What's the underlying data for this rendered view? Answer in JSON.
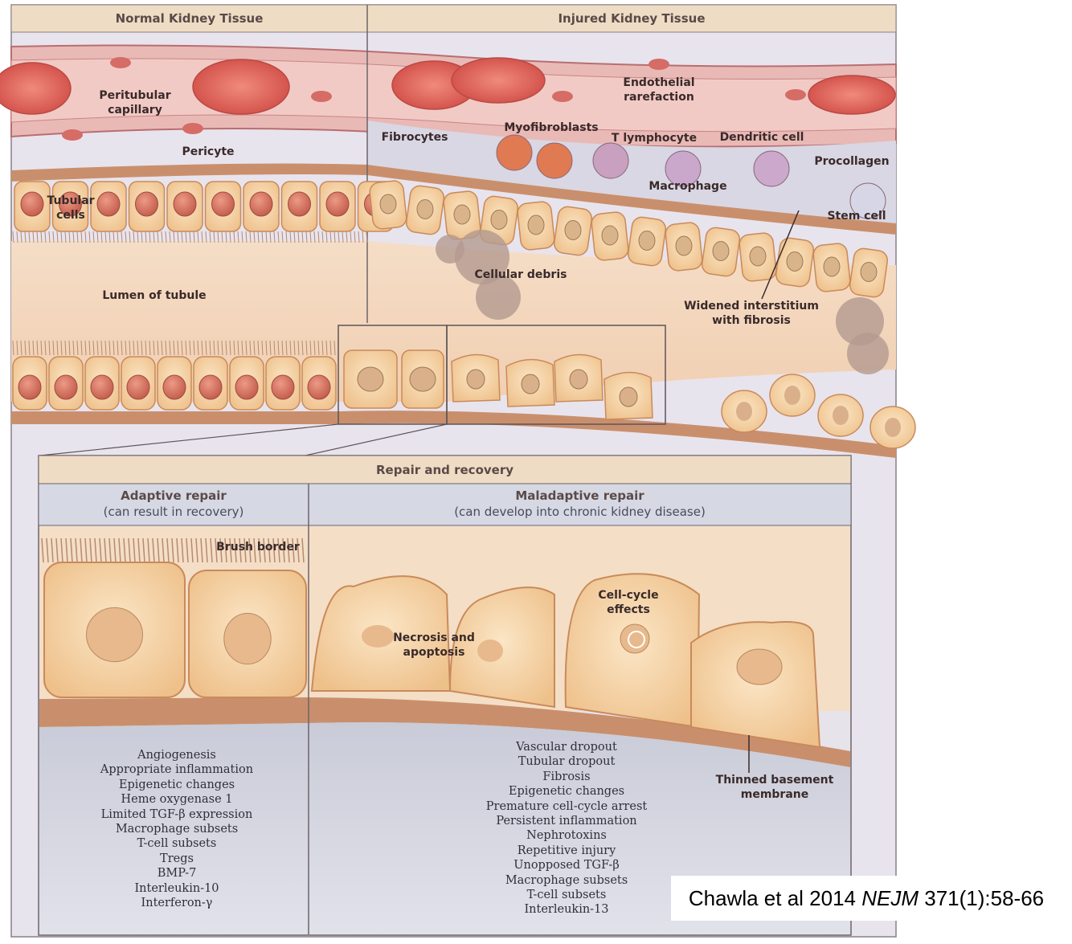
{
  "headers": {
    "normal": "Normal Kidney Tissue",
    "injured": "Injured Kidney Tissue",
    "repair": "Repair and recovery"
  },
  "labels": {
    "peritubular_capillary": [
      "Peritubular",
      "capillary"
    ],
    "pericyte": "Pericyte",
    "tubular_cells": [
      "Tubular",
      "cells"
    ],
    "lumen": "Lumen of tubule",
    "endothelial_rarefaction": [
      "Endothelial",
      "rarefaction"
    ],
    "fibrocytes": "Fibrocytes",
    "myofibroblasts": "Myofibroblasts",
    "t_lymphocyte": "T lymphocyte",
    "dendritic_cell": "Dendritic cell",
    "procollagen": "Procollagen",
    "macrophage": "Macrophage",
    "stem_cell": "Stem cell",
    "cellular_debris": "Cellular debris",
    "widened_interstitium": [
      "Widened interstitium",
      "with fibrosis"
    ],
    "brush_border": "Brush border",
    "cell_cycle_effects": [
      "Cell-cycle",
      "effects"
    ],
    "necrosis_apoptosis": [
      "Necrosis and",
      "apoptosis"
    ],
    "thinned_membrane": [
      "Thinned basement",
      "membrane"
    ]
  },
  "adaptive": {
    "title": "Adaptive repair",
    "subtitle": "(can result in recovery)",
    "items": [
      "Angiogenesis",
      "Appropriate inflammation",
      "Epigenetic changes",
      "Heme oxygenase 1",
      "Limited TGF-β expression",
      "Macrophage subsets",
      "T-cell subsets",
      "Tregs",
      "BMP-7",
      "Interleukin-10",
      "Interferon-γ"
    ]
  },
  "maladaptive": {
    "title": "Maladaptive repair",
    "subtitle": "(can develop into chronic kidney disease)",
    "items": [
      "Vascular dropout",
      "Tubular dropout",
      "Fibrosis",
      "Epigenetic changes",
      "Premature cell-cycle arrest",
      "Persistent inflammation",
      "Nephrotoxins",
      "Repetitive injury",
      "Unopposed TGF-β",
      "Macrophage subsets",
      "T-cell subsets",
      "Interleukin-13"
    ]
  },
  "citation": {
    "prefix": "Chawla et al 2014 ",
    "journal": "NEJM",
    "suffix": " 371(1):58-66"
  },
  "colors": {
    "header_bar": "#efdcc4",
    "subheader_bar": "#d6d8e4",
    "cell_fill": "#f6d6a8",
    "nucleus": "#d97a6a",
    "rbc": "#e0625a",
    "capillary": "#e7b5b2",
    "lumen": "#f4d9c3",
    "membrane": "#c98f6c",
    "interstitium": "#d9d7e3",
    "lower_bg": "#d8d9e2"
  }
}
